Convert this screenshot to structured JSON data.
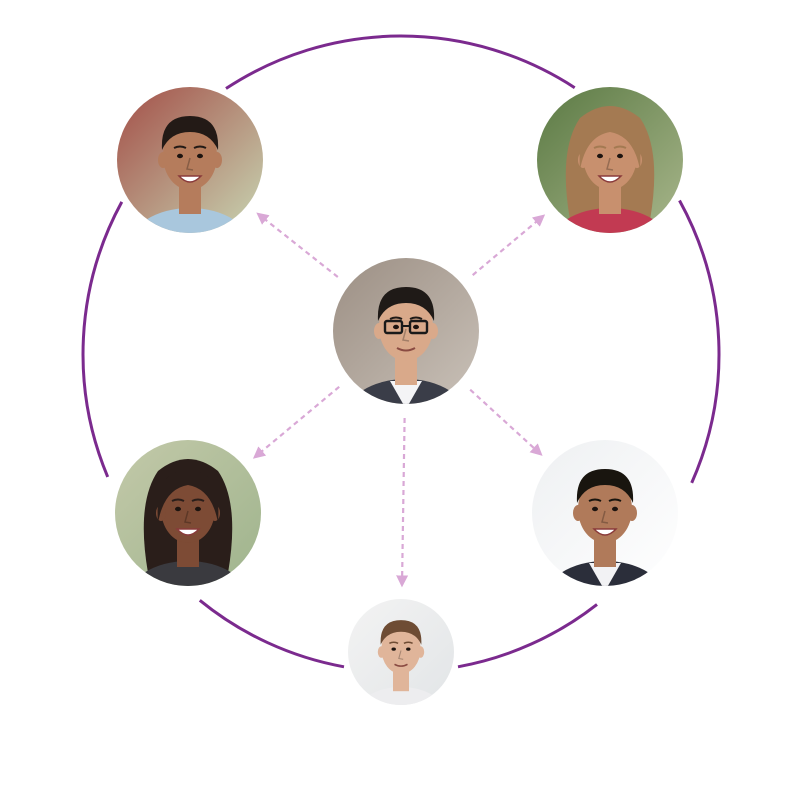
{
  "colors": {
    "ring": "#7B2A8E",
    "arrow": "#D9A8D6",
    "background": "#FFFFFF"
  },
  "people": [
    {
      "id": "center",
      "skin": "#D9A98A",
      "hair": "#1F1A17",
      "shirt": "#F4F4F6",
      "jacket": "#3A3D48",
      "bg1": "#9C8F84",
      "bg2": "#C9C1B8",
      "hair_style": "short",
      "glasses": true,
      "smile": "closed"
    },
    {
      "id": "top-left",
      "skin": "#B57C5C",
      "hair": "#231A16",
      "shirt": "#A9C7DD",
      "jacket": "",
      "bg1": "#A34E47",
      "bg2": "#C8D6B3",
      "hair_style": "short",
      "glasses": false,
      "smile": "open"
    },
    {
      "id": "top-right",
      "skin": "#C8906E",
      "hair": "#A47A52",
      "shirt": "#C23A52",
      "jacket": "",
      "bg1": "#5B7A44",
      "bg2": "#A8B68B",
      "hair_style": "long",
      "glasses": false,
      "smile": "open"
    },
    {
      "id": "left",
      "skin": "#7D4B35",
      "hair": "#2A1E1A",
      "shirt": "#3A3A3F",
      "jacket": "",
      "bg1": "#C3C9A9",
      "bg2": "#9FB48D",
      "hair_style": "long",
      "glasses": false,
      "smile": "open"
    },
    {
      "id": "right",
      "skin": "#B07A5A",
      "hair": "#19150F",
      "shirt": "#F2F2F4",
      "jacket": "#2B2E3A",
      "bg1": "#EEF0F2",
      "bg2": "#FFFFFF",
      "hair_style": "short",
      "glasses": false,
      "smile": "open"
    },
    {
      "id": "bottom",
      "skin": "#E0B59A",
      "hair": "#6E4C34",
      "shirt": "#EDEDEF",
      "jacket": "",
      "bg1": "#F3F3F3",
      "bg2": "#E2E5E7",
      "hair_style": "short",
      "glasses": false,
      "smile": "closed"
    }
  ],
  "arrows": [
    {
      "from": "center",
      "to": "top-left"
    },
    {
      "from": "center",
      "to": "top-right"
    },
    {
      "from": "center",
      "to": "left"
    },
    {
      "from": "center",
      "to": "right"
    },
    {
      "from": "center",
      "to": "bottom"
    }
  ]
}
